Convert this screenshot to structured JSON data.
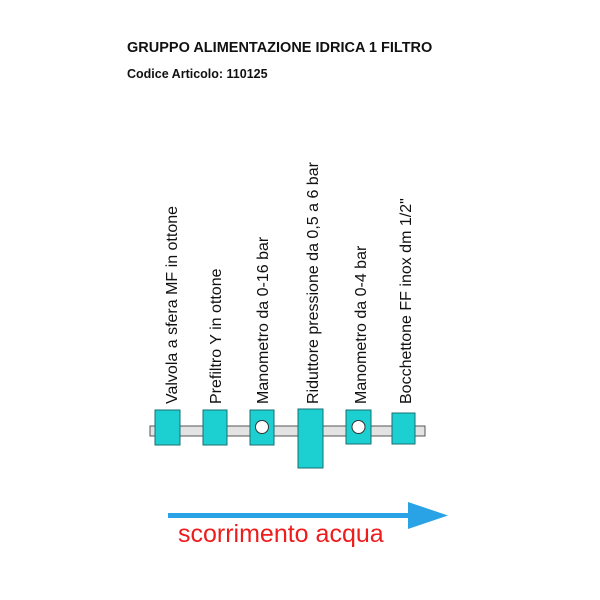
{
  "header": {
    "title": "GRUPPO ALIMENTAZIONE IDRICA 1 FILTRO",
    "code_label": "Codice Articolo: 110125"
  },
  "components": [
    {
      "label": "Valvola a sfera MF in ottone",
      "gauge": false
    },
    {
      "label": "Prefiltro Y in ottone",
      "gauge": false
    },
    {
      "label": "Manometro da 0-16 bar",
      "gauge": true
    },
    {
      "label": "Riduttore pressione da 0,5 a 6 bar",
      "gauge": false
    },
    {
      "label": "Manometro da 0-4 bar",
      "gauge": true
    },
    {
      "label": "Bocchettone FF inox dm 1/2\"",
      "gauge": false
    }
  ],
  "flow": {
    "label": "scorrimento acqua"
  },
  "colors": {
    "component_fill": "#1ccfd0",
    "component_stroke": "#1a6f73",
    "pipe_fill": "#e3e3e3",
    "pipe_stroke": "#555555",
    "arrow": "#2aa2e6",
    "flow_text": "#ee1c1c"
  }
}
